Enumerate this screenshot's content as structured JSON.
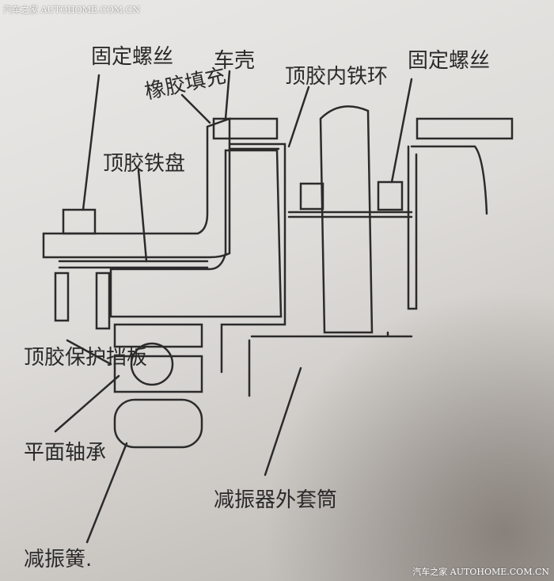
{
  "watermark_top": "汽车之家 AUTOHOME.COM.CN",
  "watermark_bottom": "汽车之家 AUTOHOME.COM.CN",
  "labels": {
    "fixing_screw_left": "固定螺丝",
    "car_body": "车壳",
    "rubber_fill": "橡胶填充",
    "top_mount_inner_ring": "顶胶内铁环",
    "fixing_screw_right": "固定螺丝",
    "top_mount_plate": "顶胶铁盘",
    "top_mount_guard": "顶胶保护挡板",
    "flat_bearing": "平面轴承",
    "shock_outer_tube": "减振器外套筒",
    "spring": "减振簧."
  }
}
